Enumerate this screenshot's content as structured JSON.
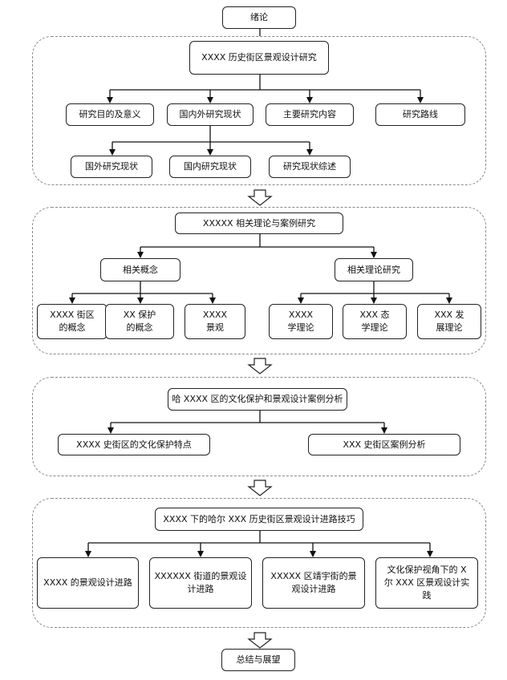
{
  "top": "绪论",
  "bottom": "总结与展望",
  "s1": {
    "title": "XXXX 历史街区景观设计研究",
    "row1": [
      "研究目的及意义",
      "国内外研究现状",
      "主要研究内容",
      "研究路线"
    ],
    "row2": [
      "国外研究现状",
      "国内研究现状",
      "研究现状综述"
    ]
  },
  "s2": {
    "title": "XXXXX 相关理论与案例研究",
    "mid_left": "相关概念",
    "mid_right": "相关理论研究",
    "leaves": [
      "XXXX 街区\n的概念",
      "XX 保护\n的概念",
      "XXXX\n景观",
      "XXXX\n学理论",
      "XXX 态\n学理论",
      "XXX 发\n展理论"
    ]
  },
  "s3": {
    "title": "哈 XXXX 区的文化保护和景观设计案例分析",
    "left": "XXXX 史街区的文化保护特点",
    "right": "XXX 史街区案例分析"
  },
  "s4": {
    "title": "XXXX 下的哈尔 XXX 历史街区景观设计进路技巧",
    "leaves": [
      "XXXX 的景观设计进路",
      "XXXXXX 街道的景观设\n计进路",
      "XXXXX 区靖宇街的景\n观设计进路",
      "文化保护视角下的 X\n尔 XXX 区景观设计实\n践"
    ]
  }
}
